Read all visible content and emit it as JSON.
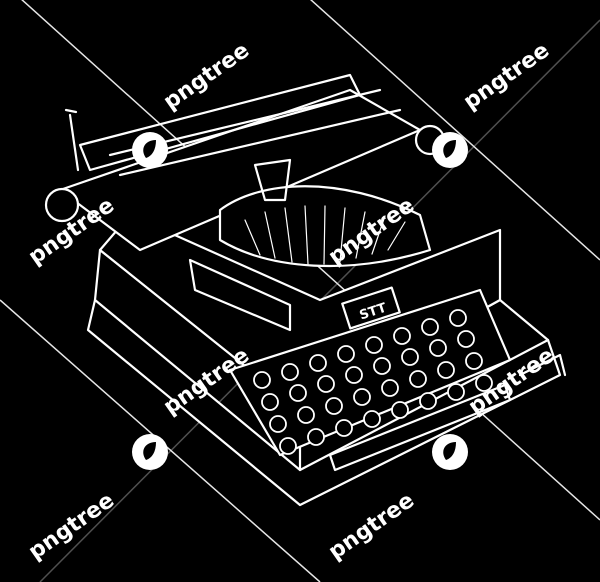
{
  "image": {
    "subject": "vintage-typewriter",
    "background_color": "#000000",
    "line_color": "#ffffff"
  },
  "watermark": {
    "text": "pngtree",
    "logo_icon": "pngtree-leaf-logo-icon",
    "color": "#ffffff"
  },
  "typewriter": {
    "badge_text": "STT"
  }
}
